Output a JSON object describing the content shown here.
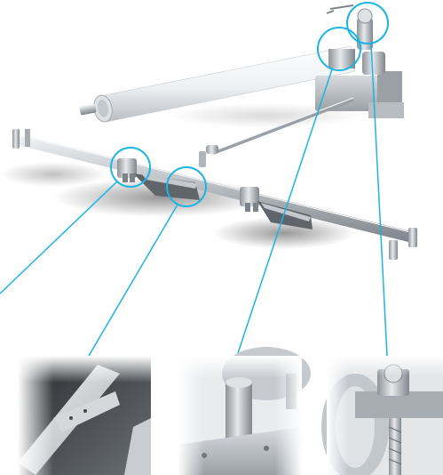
{
  "figure": {
    "subject": "product-illustration",
    "background_color": "#ffffff",
    "callout_color": "#1fb3e0",
    "callout_count": 4,
    "detail_panel_count": 3
  }
}
